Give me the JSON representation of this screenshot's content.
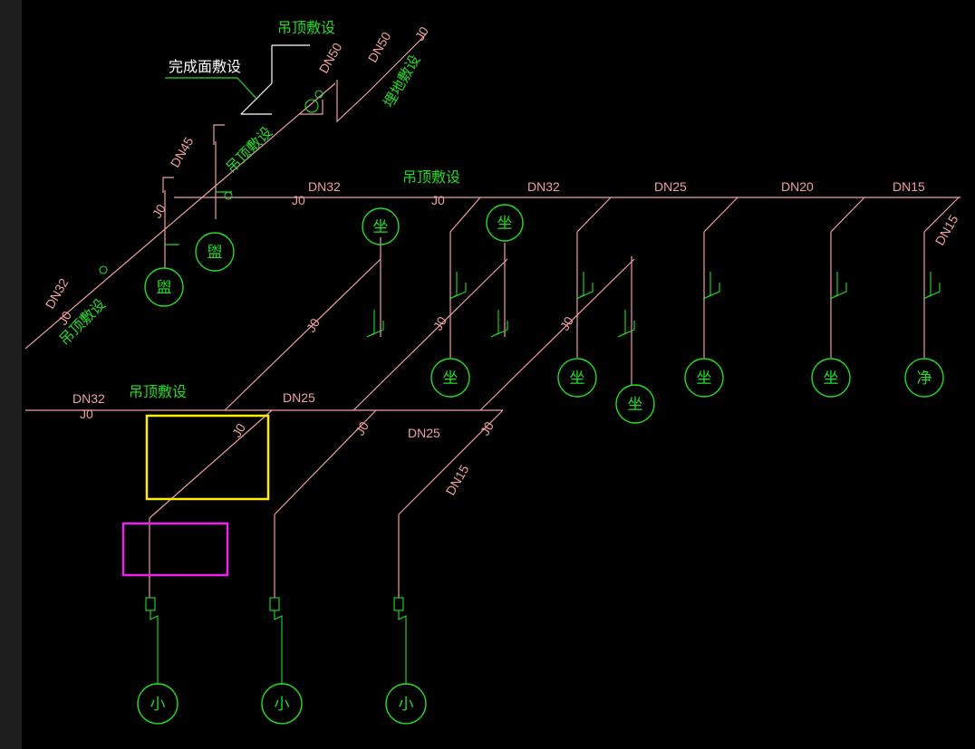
{
  "labels": {
    "ceiling_top": "吊顶敷设",
    "finished_surface": "完成面敷设",
    "dn50_a": "DN50",
    "j0_arrow": "J0",
    "dn50_b": "DN50",
    "buried": "埋地敷设",
    "dn45": "DN45",
    "ceiling_riser": "吊顶敷设",
    "dn32_top": "DN32",
    "j0_top1": "J0",
    "ceiling_top_mid": "吊顶敷设",
    "j0_top2": "J0",
    "dn32_top2": "DN32",
    "dn25_top": "DN25",
    "dn20_top": "DN20",
    "dn15_top": "DN15",
    "dn15_right": "DN15",
    "j0_left_riser": "J0",
    "dn32_left": "DN32",
    "j0_left": "J0",
    "ceiling_left": "吊顶敷设",
    "dn32_mid": "DN32",
    "j0_mid": "J0",
    "ceiling_mid": "吊顶敷设",
    "dn25_mid": "DN25",
    "j0_diag1": "J0",
    "j0_diag2": "J0",
    "j0_diag3": "J0",
    "j0_low1": "J0",
    "j0_low2": "J0",
    "j0_low3": "J0",
    "dn25_low": "DN25",
    "dn15_low": "DN15"
  },
  "fixtures": {
    "basin_a": "盥",
    "basin_b": "盥",
    "toilet_top1": "坐",
    "toilet_top2": "坐",
    "toilet_1": "坐",
    "toilet_2": "坐",
    "toilet_3": "坐",
    "toilet_4": "坐",
    "toilet_5": "坐",
    "clean": "净",
    "urinal_1": "小",
    "urinal_2": "小",
    "urinal_3": "小"
  },
  "colors": {
    "background": "#000000",
    "pipe": "#f0a0a0",
    "label_green": "#22dd22",
    "highlight_yellow": "#ffee00",
    "highlight_magenta": "#ee22ee"
  }
}
